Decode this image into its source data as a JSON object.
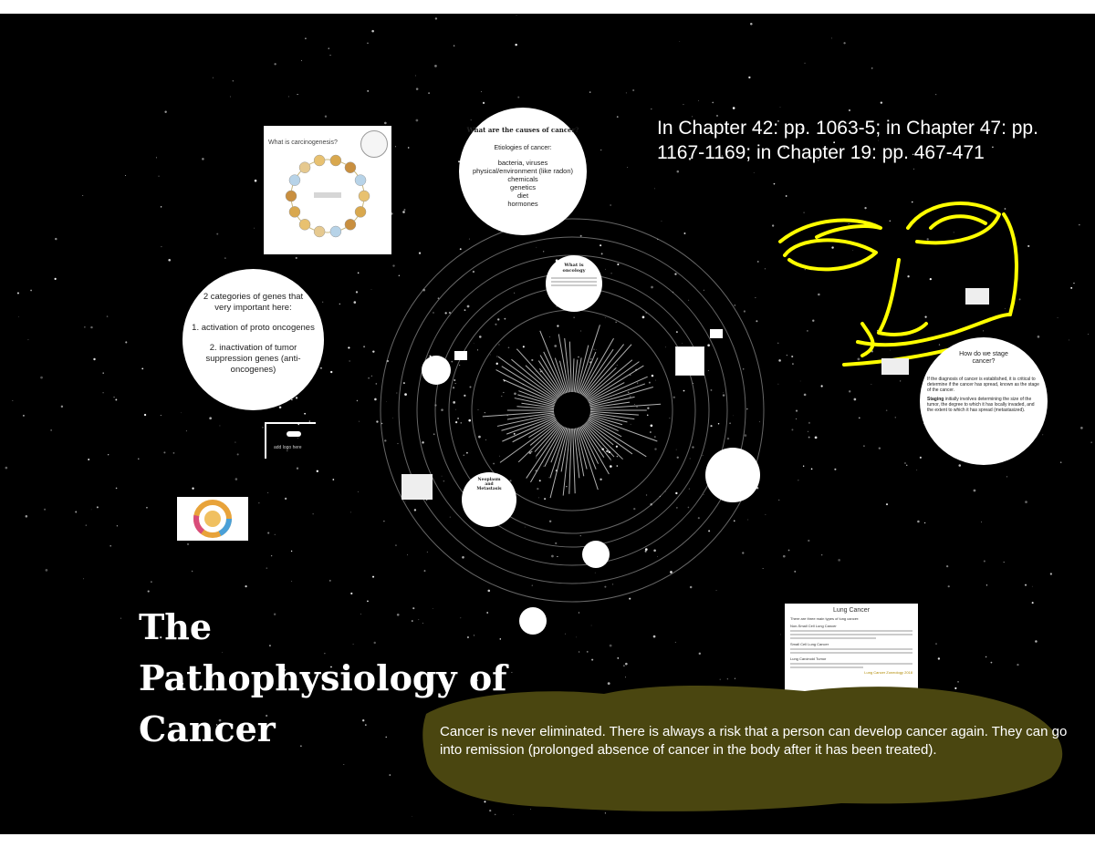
{
  "slide": {
    "title_lines": [
      "The",
      "Pathophysiology of",
      "Cancer"
    ],
    "chapter_reference": "In Chapter 42: pp. 1063-5; in Chapter 47: pp. 1167-1169; in Chapter 19: pp. 467-471",
    "remission_note": "Cancer is never eliminated. There is always a risk that a person can develop cancer again. They can go into remission (prolonged absence of cancer in the body after it has been treated).",
    "carcinogenesis_card": {
      "heading": "What is carcinogenesis?"
    },
    "causes_bubble": {
      "heading": "What are the causes of cancer?",
      "subheading": "Etiologies of cancer:",
      "items": [
        "bacteria, viruses",
        "physical/environment (like radon)",
        "chemicals",
        "genetics",
        "diet",
        "hormones"
      ]
    },
    "genes_bubble": {
      "intro": "2 categories of genes that very important here:",
      "item_1": "1. activation of proto oncogenes",
      "item_2": "2. inactivation of tumor suppression genes (anti-oncogenes)"
    },
    "oncology_bubble": {
      "heading": "What is oncology"
    },
    "metastasis_bubble": {
      "heading": "Neoplasm and Metastasis"
    },
    "staging_bubble": {
      "heading": "How do we stage cancer?",
      "text": "If the diagnosis of cancer is established, it is critical to determine if the cancer has spread, known as the stage of the cancer.",
      "staging_label": "Staging",
      "staging_text": "initially involves determining the size of the tumor, the degree to which it has locally invaded, and the extent to which it has spread (metastasized)."
    },
    "logo_placeholder": "add logo here",
    "lung_card": {
      "heading": "Lung Cancer",
      "line_1": "There are three main types of lung cancer:",
      "sec_1": "Non-Small Cell Lung Cancer",
      "sec_2": "Small Cell Lung Cancer",
      "sec_3": "Lung Carcinoid Tumor",
      "footer": "Lung Cancer Zoneology 2018"
    },
    "colors": {
      "background": "#000000",
      "scribble": "#ffff00",
      "note_blob": "#4a4610",
      "bubble": "#ffffff"
    }
  }
}
